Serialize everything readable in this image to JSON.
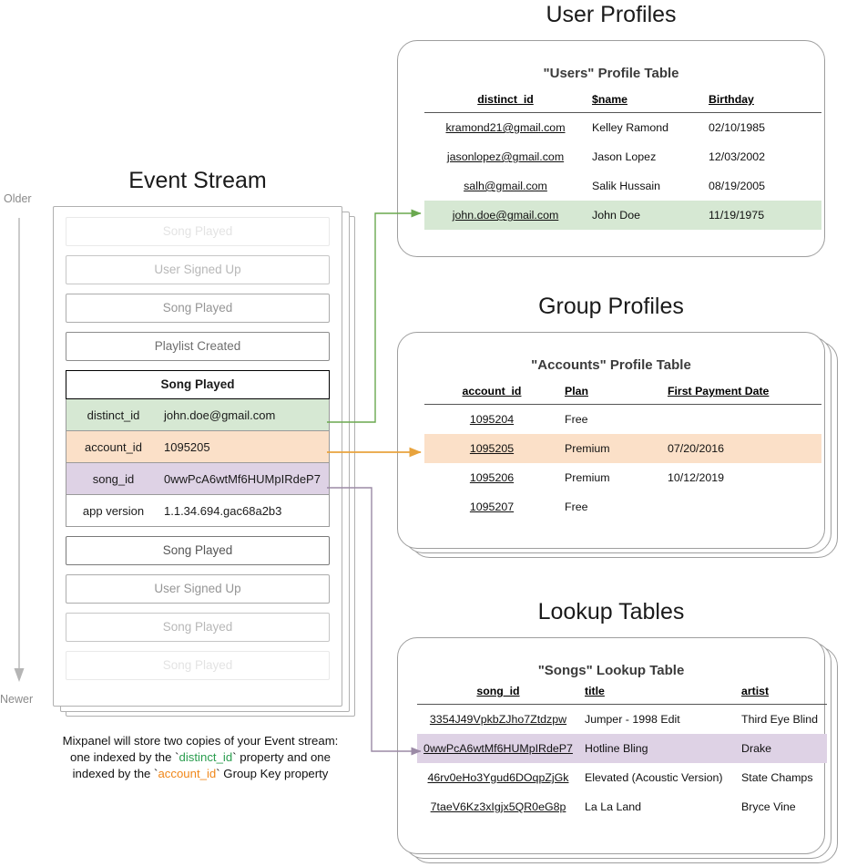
{
  "colors": {
    "green": "#d6e8d3",
    "orange": "#fbe0c8",
    "purple": "#ded2e5",
    "green_line": "#6aa84f",
    "orange_line": "#e8a33d",
    "purple_line": "#9b8aa6",
    "card_border": "#9e9e9e"
  },
  "time_axis": {
    "top_label": "Older",
    "bottom_label": "Newer"
  },
  "event_stream": {
    "title": "Event Stream",
    "events_before": [
      {
        "label": "Song Played",
        "fade": "fade-1"
      },
      {
        "label": "User Signed Up",
        "fade": "fade-2"
      },
      {
        "label": "Song Played",
        "fade": "fade-3"
      },
      {
        "label": "Playlist Created",
        "fade": "fade-4"
      }
    ],
    "expanded": {
      "header": "Song Played",
      "properties": [
        {
          "key": "distinct_id",
          "value": "john.doe@gmail.com",
          "hl": "hl-green"
        },
        {
          "key": "account_id",
          "value": "1095205",
          "hl": "hl-orange"
        },
        {
          "key": "song_id",
          "value": "0wwPcA6wtMf6HUMpIRdeP7",
          "hl": "hl-purple"
        },
        {
          "key": "app version",
          "value": "1.1.34.694.gac68a2b3",
          "hl": "hl-none"
        }
      ]
    },
    "events_after": [
      {
        "label": "Song Played",
        "fade": "fade-5"
      },
      {
        "label": "User Signed Up",
        "fade": "fade-3"
      },
      {
        "label": "Song Played",
        "fade": "fade-2"
      },
      {
        "label": "Song Played",
        "fade": "fade-1"
      }
    ],
    "caption": {
      "line1": "Mixpanel will store two copies of your Event stream:",
      "line2_a": "one indexed by the `",
      "line2_token": "distinct_id",
      "line2_b": "` property and one",
      "line3_a": "indexed by the `",
      "line3_token": "account_id",
      "line3_b": "` Group Key property"
    }
  },
  "user_profiles": {
    "section_title": "User Profiles",
    "table_title": "\"Users\" Profile Table",
    "headers": [
      "distinct_id",
      "$name",
      "Birthday"
    ],
    "rows": [
      {
        "cells": [
          "kramond21@gmail.com",
          "Kelley Ramond",
          "02/10/1985"
        ],
        "highlight": ""
      },
      {
        "cells": [
          "jasonlopez@gmail.com",
          "Jason Lopez",
          "12/03/2002"
        ],
        "highlight": ""
      },
      {
        "cells": [
          "salh@gmail.com",
          "Salik Hussain",
          "08/19/2005"
        ],
        "highlight": ""
      },
      {
        "cells": [
          "john.doe@gmail.com",
          "John Doe",
          "11/19/1975"
        ],
        "highlight": "row-green"
      }
    ]
  },
  "group_profiles": {
    "section_title": "Group Profiles",
    "table_title": "\"Accounts\" Profile Table",
    "headers": [
      "account_id",
      "Plan",
      "First Payment Date"
    ],
    "rows": [
      {
        "cells": [
          "1095204",
          "Free",
          ""
        ],
        "highlight": ""
      },
      {
        "cells": [
          "1095205",
          "Premium",
          "07/20/2016"
        ],
        "highlight": "row-orange"
      },
      {
        "cells": [
          "1095206",
          "Premium",
          "10/12/2019"
        ],
        "highlight": ""
      },
      {
        "cells": [
          "1095207",
          "Free",
          ""
        ],
        "highlight": ""
      }
    ]
  },
  "lookup_tables": {
    "section_title": "Lookup Tables",
    "table_title": "\"Songs\" Lookup Table",
    "headers": [
      "song_id",
      "title",
      "artist"
    ],
    "rows": [
      {
        "cells": [
          "3354J49VpkbZJho7Ztdzpw",
          "Jumper - 1998 Edit",
          "Third Eye Blind"
        ],
        "highlight": ""
      },
      {
        "cells": [
          "0wwPcA6wtMf6HUMpIRdeP7",
          "Hotline Bling",
          "Drake"
        ],
        "highlight": "row-purple"
      },
      {
        "cells": [
          "46rv0eHo3Ygud6DOqpZjGk",
          "Elevated (Acoustic Version)",
          "State Champs"
        ],
        "highlight": ""
      },
      {
        "cells": [
          "7taeV6Kz3xIgjx5QR0eG8p",
          "La La Land",
          "Bryce Vine"
        ],
        "highlight": ""
      }
    ]
  }
}
